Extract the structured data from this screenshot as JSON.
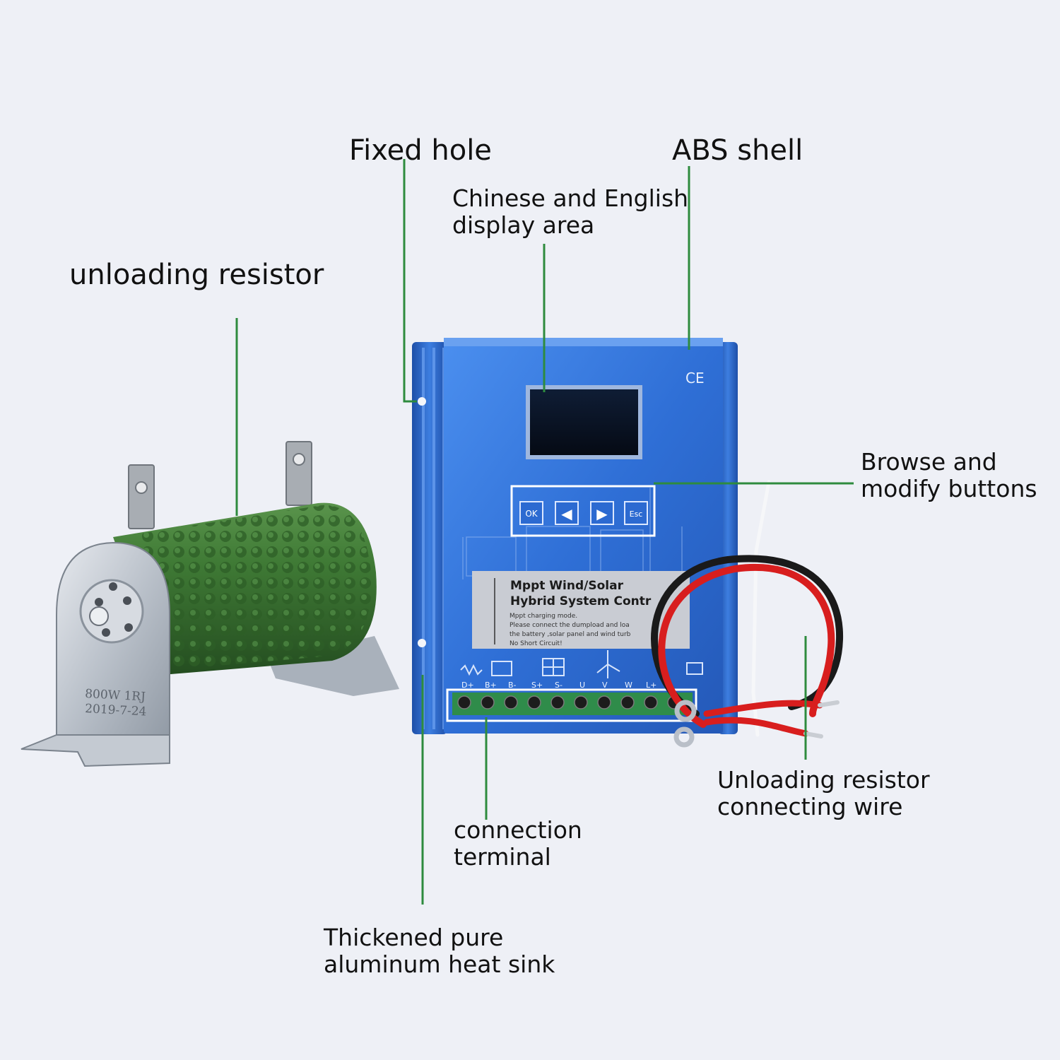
{
  "callouts": {
    "fixed_hole": "Fixed hole",
    "abs_shell": "ABS shell",
    "display_area": [
      "Chinese and English",
      "display area"
    ],
    "unloading_resistor": "unloading resistor",
    "browse_buttons": [
      "Browse and",
      "modify buttons"
    ],
    "resistor_wire": [
      "Unloading resistor",
      "connecting wire"
    ],
    "connection_terminal": [
      "connection",
      "terminal"
    ],
    "heat_sink": [
      "Thickened pure",
      "aluminum heat sink"
    ]
  },
  "resistor": {
    "marking_line1": "800W 1RJ",
    "marking_line2": "2019-7-24"
  },
  "controller": {
    "ce_mark": "CE",
    "buttons": [
      "OK",
      "◀",
      "▶",
      "Esc"
    ],
    "panel_title_line1": "Mppt Wind/Solar",
    "panel_title_line2": "Hybrid System Contr",
    "panel_note": [
      "Mppt charging mode.",
      "Please connect the dumpload and loa",
      "the battery ,solar panel and wind turb",
      "No Short Circuit!"
    ],
    "terminal_labels": [
      "D+",
      "B+",
      "B-",
      "S+",
      "S-",
      "U",
      "V",
      "W",
      "L+"
    ]
  },
  "colors": {
    "callout_line": "#2e8b3e",
    "controller_blue": "#2f6fd6",
    "resistor_green": "#3f7a35",
    "terminal_green": "#2f8c4a",
    "wire_red": "#d81e1e",
    "wire_black": "#1a1a1a"
  }
}
